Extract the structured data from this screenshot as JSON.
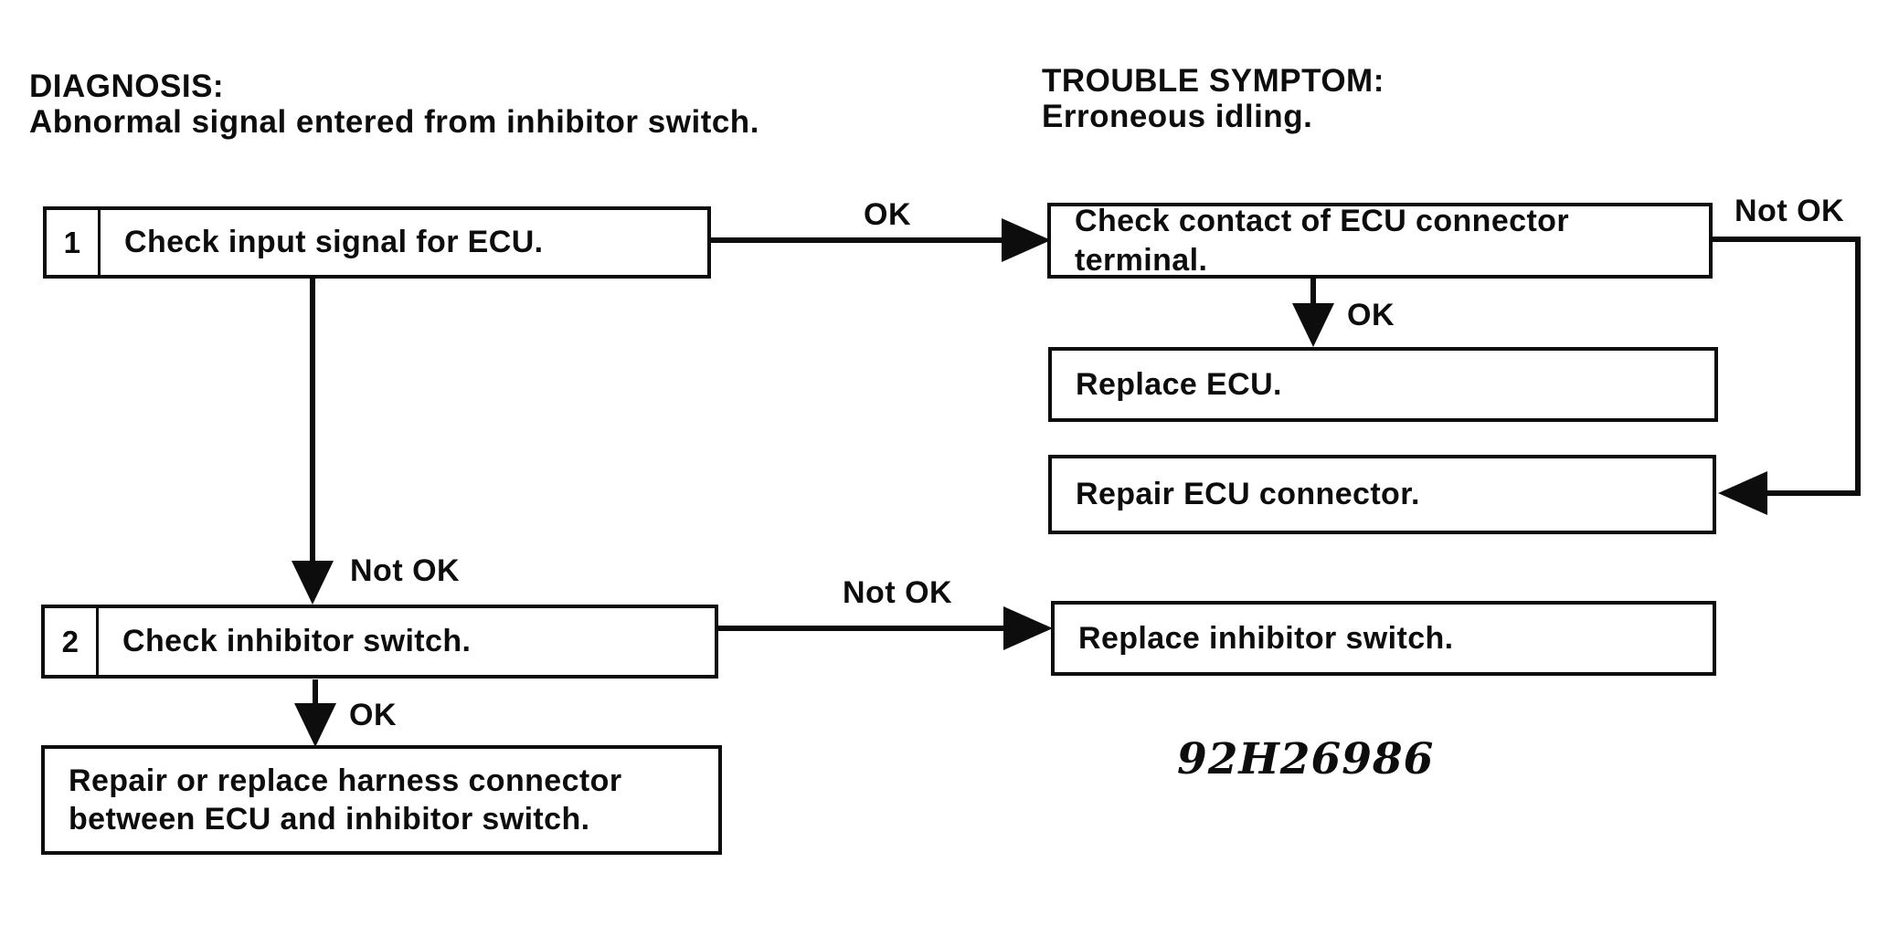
{
  "page": {
    "diagnosis_label": "DIAGNOSIS:",
    "diagnosis_text": "Abnormal signal entered from inhibitor switch.",
    "trouble_label": "TROUBLE SYMPTOM:",
    "trouble_text": "Erroneous idling.",
    "figure_number": "92H26986"
  },
  "flowchart": {
    "steps": [
      {
        "number": "1",
        "label": "Check input signal for ECU."
      },
      {
        "number": "2",
        "label": "Check inhibitor switch."
      }
    ],
    "actions": {
      "check_contact": "Check contact of ECU connector terminal.",
      "replace_ecu": "Replace ECU.",
      "repair_ecu_connector": "Repair ECU connector.",
      "replace_inhibitor": "Replace inhibitor switch.",
      "repair_harness": "Repair or replace harness connector between ECU and inhibitor switch."
    },
    "labels": {
      "ok": "OK",
      "not_ok": "Not OK"
    }
  },
  "colors": {
    "ink": "#0d0d0d",
    "background": "#ffffff"
  }
}
